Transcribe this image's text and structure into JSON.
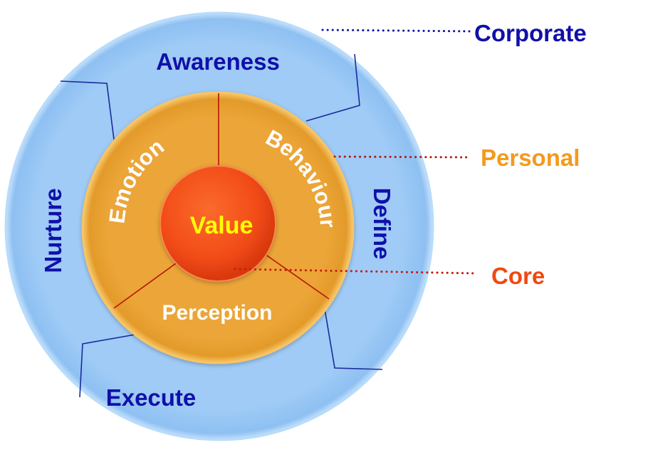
{
  "outer_ring": {
    "labels": {
      "top": "Awareness",
      "right": "Define",
      "bottom": "Execute",
      "left": "Nurture"
    },
    "fill_color": "#9fcbf6",
    "text_color": "#1010a8"
  },
  "middle_ring": {
    "labels": {
      "top_left": "Emotion",
      "top_right": "Behaviour",
      "bottom": "Perception"
    },
    "fill_color": "#eba537",
    "text_color": "#ffffff"
  },
  "core": {
    "label": "Value",
    "fill_color": "#f24c18",
    "text_color": "#ffff00"
  },
  "legend": {
    "corporate": {
      "label": "Corporate",
      "color": "#1010a8"
    },
    "personal": {
      "label": "Personal",
      "color": "#f39a1c"
    },
    "core": {
      "label": "Core",
      "color": "#f04a10"
    }
  }
}
